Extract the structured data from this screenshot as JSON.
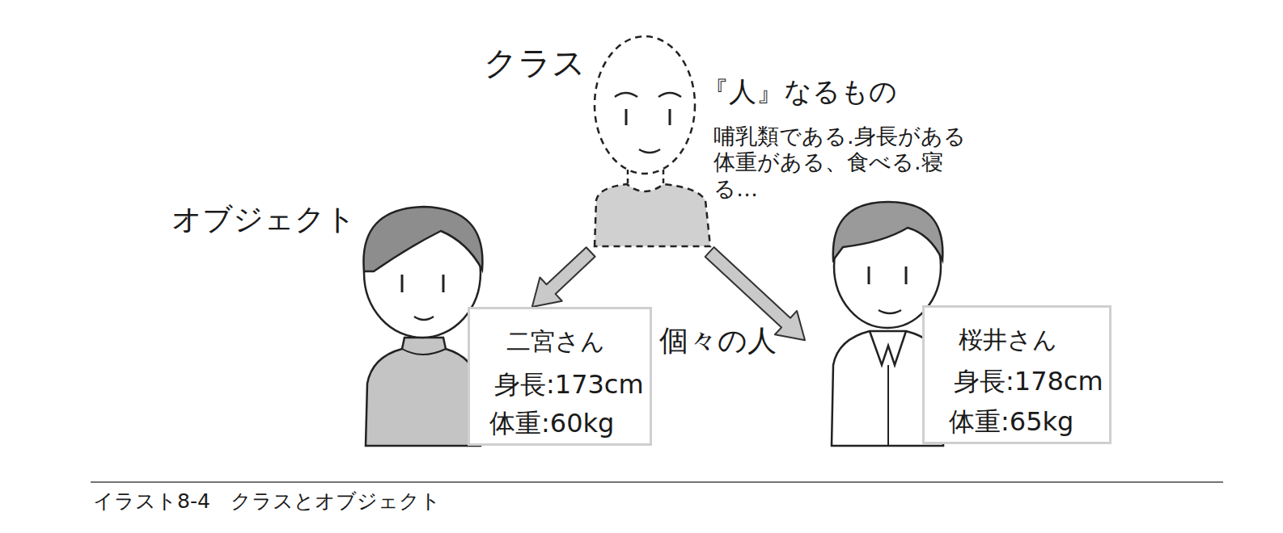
{
  "diagram": {
    "caption": "イラスト8-4　クラスとオブジェクト",
    "nodes": [
      {
        "text": [
          "『人』なるもの",
          "哺乳類である.身長がある 体重がある、食べる.寝る…"
        ]
      },
      {
        "text": [
          "二宮さん",
          "身長:173cm",
          "体重:60kg"
        ]
      },
      {
        "text": [
          "桜井さん",
          "身長:178cm",
          "体重:65kg"
        ]
      }
    ],
    "edges": [
      {
        "from": 0,
        "to": 1,
        "arrow": "to"
      },
      {
        "from": 0,
        "to": 2,
        "arrow": "to"
      }
    ],
    "labels": [
      "クラス",
      "オブジェクト",
      "個々の人"
    ]
  }
}
